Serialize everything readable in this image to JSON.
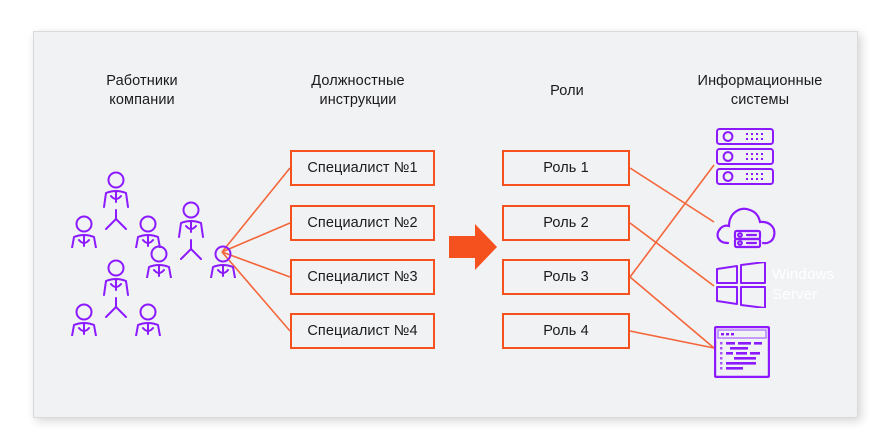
{
  "diagram": {
    "title_columns": [
      {
        "id": "employees",
        "label": "Работники\nкомпании"
      },
      {
        "id": "job_descriptions",
        "label": "Должностные\nинструкции"
      },
      {
        "id": "roles",
        "label": "Роли"
      },
      {
        "id": "information_systems",
        "label": "Информационные\nсистемы"
      }
    ],
    "job_description_boxes": [
      {
        "label": "Специалист №1"
      },
      {
        "label": "Специалист №2"
      },
      {
        "label": "Специалист №3"
      },
      {
        "label": "Специалист №4"
      }
    ],
    "role_boxes": [
      {
        "label": "Роль 1"
      },
      {
        "label": "Роль 2"
      },
      {
        "label": "Роль 3"
      },
      {
        "label": "Роль 4"
      }
    ],
    "employee_groups": [
      {
        "name": "employee-group-1",
        "people": 3
      },
      {
        "name": "employee-group-2",
        "people": 3
      },
      {
        "name": "employee-group-3",
        "people": 3
      }
    ],
    "systems": [
      {
        "id": "server-rack",
        "icon": "server-stack-icon",
        "label": ""
      },
      {
        "id": "cloud-server",
        "icon": "cloud-server-icon",
        "label": ""
      },
      {
        "id": "windows-server",
        "icon": "windows-logo-icon",
        "label": "Windows\nServer"
      },
      {
        "id": "code-editor",
        "icon": "code-window-icon",
        "label": ""
      }
    ],
    "center_arrow": {
      "icon": "right-arrow-icon"
    },
    "colors": {
      "accent_orange": "#f4511e",
      "connector_orange": "#f4663a",
      "icon_purple": "#8c1aff",
      "panel_background": "#f1f2f4",
      "page_background": "#ffffff",
      "text": "#1b1b1b",
      "windows_label": "#ffffff"
    }
  }
}
